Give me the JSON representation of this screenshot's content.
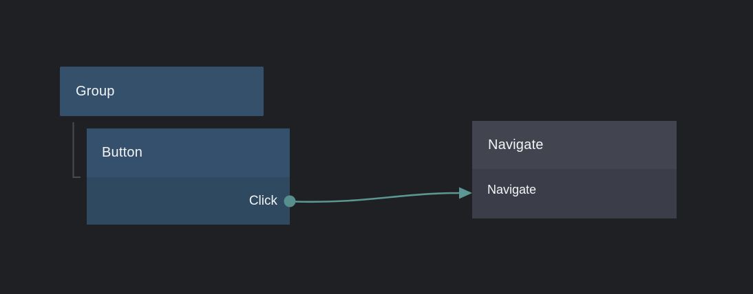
{
  "canvas": {
    "background_color": "#1f2023",
    "text_color": "#f2f4f6"
  },
  "tree": {
    "line_color": "#4a4b4e"
  },
  "nodes": {
    "group": {
      "title": "Group",
      "fill": "#34506b"
    },
    "button": {
      "title": "Button",
      "header_fill": "#35506c",
      "body_fill": "#2f4961",
      "output_port": {
        "label": "Click",
        "port_color": "#568f8e"
      }
    },
    "navigate": {
      "title": "Navigate",
      "header_fill": "#42454f",
      "body_fill": "#3b3e49",
      "input_row": {
        "label": "Navigate"
      }
    }
  },
  "edge": {
    "from_port_label": "Click",
    "to_row_label": "Navigate",
    "color": "#5d9793"
  }
}
